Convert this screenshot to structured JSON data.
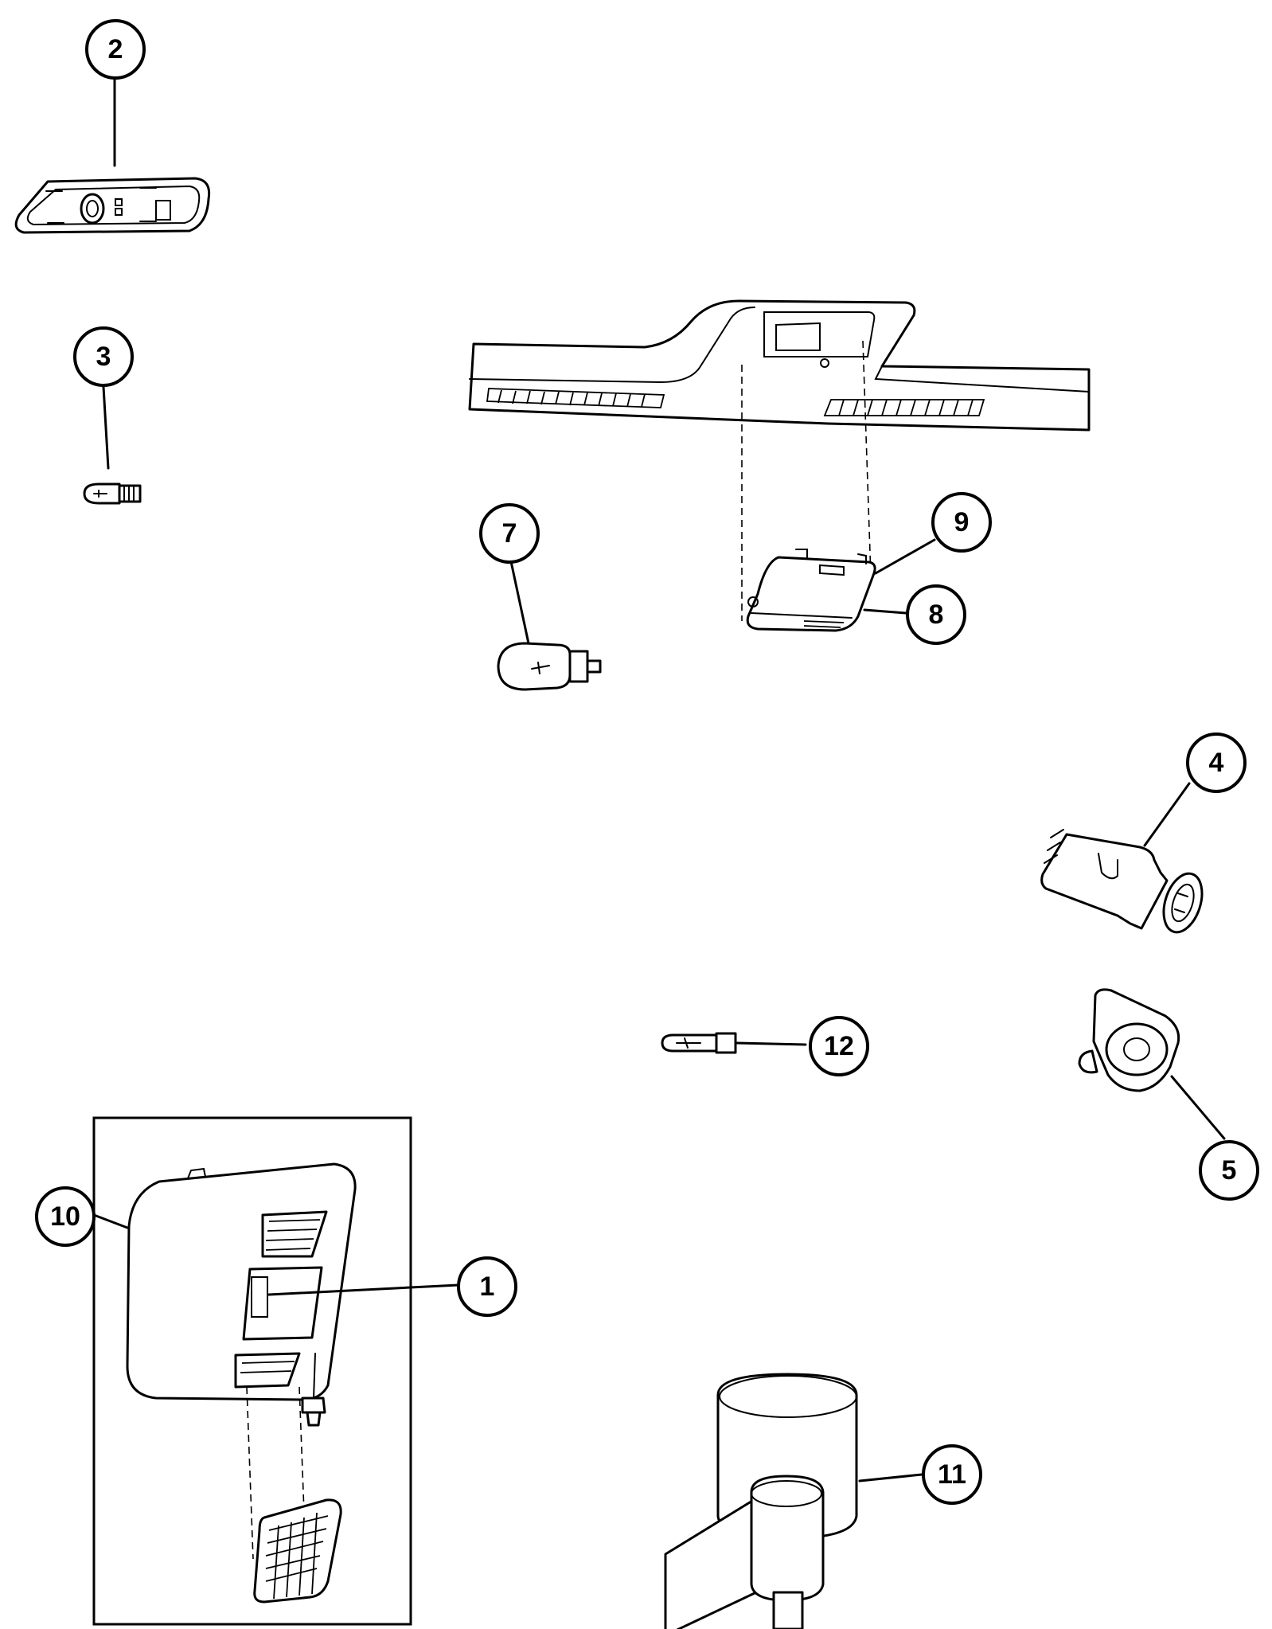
{
  "callouts": [
    {
      "id": "1",
      "label": "1"
    },
    {
      "id": "2",
      "label": "2"
    },
    {
      "id": "3",
      "label": "3"
    },
    {
      "id": "4",
      "label": "4"
    },
    {
      "id": "5",
      "label": "5"
    },
    {
      "id": "7",
      "label": "7"
    },
    {
      "id": "8",
      "label": "8"
    },
    {
      "id": "9",
      "label": "9"
    },
    {
      "id": "10",
      "label": "10"
    },
    {
      "id": "11",
      "label": "11"
    },
    {
      "id": "12",
      "label": "12"
    }
  ]
}
